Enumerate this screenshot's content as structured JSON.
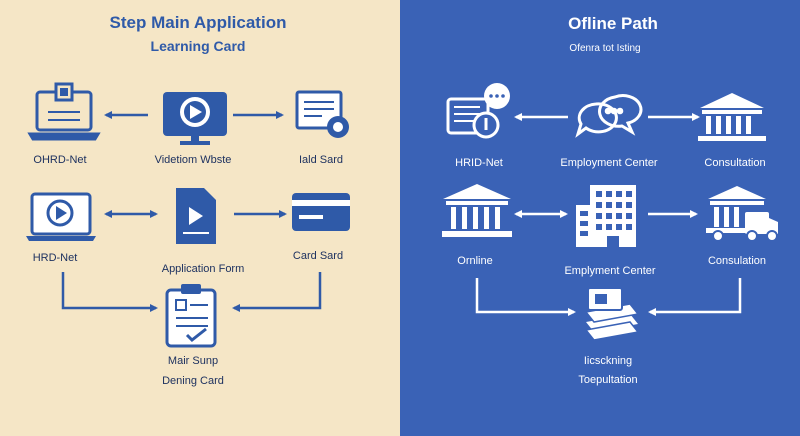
{
  "left_panel": {
    "title": "Step Main Application",
    "subtitle": "Learning Card",
    "labels": {
      "ohrd_net": "OHRD-Net",
      "video_website": "Videtiom Wbste",
      "card_top": "Iald Sard",
      "hrd_net": "HRD-Net",
      "application_form": "Application Form",
      "card_middle": "Card Sard",
      "main_line1": "Mair Sunp",
      "main_line2": "Dening Card"
    }
  },
  "right_panel": {
    "title": "Ofline Path",
    "subtitle": "Ofenra tot Isting",
    "labels": {
      "hrd_net": "HRID-Net",
      "employment_center_top": "Employment Center",
      "consultation_top": "Consultation",
      "online": "Ornline",
      "employment_center_mid": "Emplyment Center",
      "consultation_mid": "Consulation",
      "bottom_line1": "Iicsckning",
      "bottom_line2": "Toepultation"
    }
  },
  "colors": {
    "left_bg": "#f5e6c6",
    "right_bg": "#3a62b6",
    "accent_blue": "#2f5aa8",
    "text_dark": "#1e3260",
    "white": "#ffffff"
  }
}
